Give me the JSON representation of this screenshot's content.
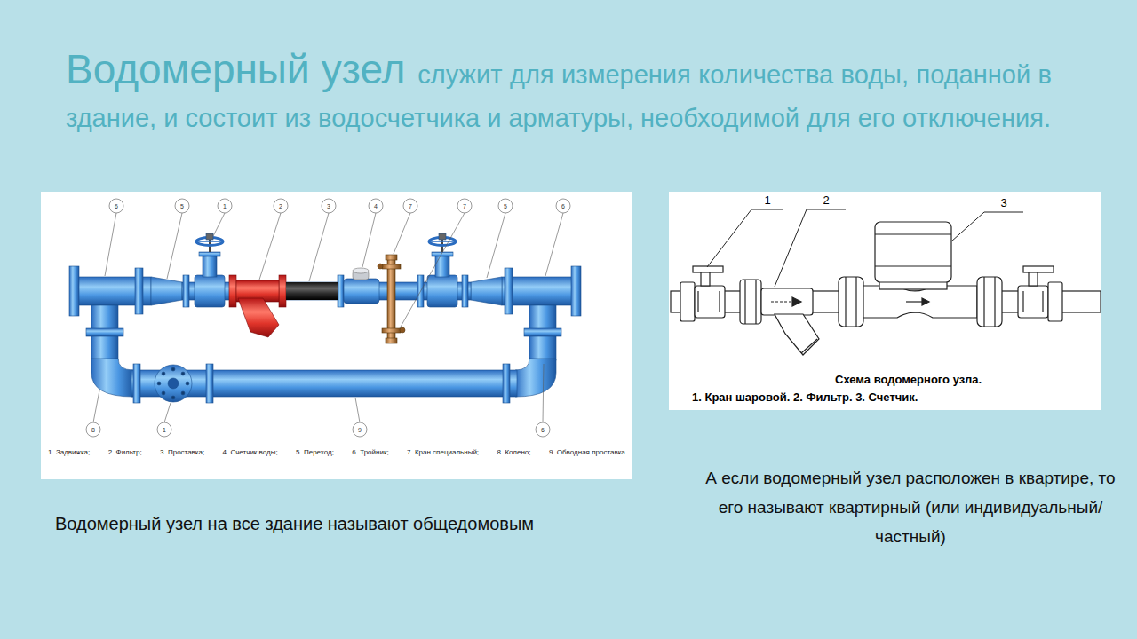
{
  "diagram": {
    "title": "Водомерный узел",
    "labels": [
      "служит для измерения количества воды, поданной в здание, и состоит из водосчетчика и арматуры, необходимой для его отключения.",
      "6",
      "5",
      "1",
      "2",
      "3",
      "4",
      "7",
      "7",
      "5",
      "6",
      "8",
      "1",
      "9",
      "6",
      "1. Задвижка;",
      "2. Фильтр;",
      "3. Проставка;",
      "4. Счетчик воды;",
      "5. Переход;",
      "6. Тройник;",
      "7. Кран специальный;",
      "8. Колено;",
      "9. Обводная проставка.",
      "1",
      "2",
      "3",
      "Схема водомерного узла.",
      "1. Кран шаровой. 2. Фильтр. 3. Счетчик.",
      "Водомерный узел на все здание называют общедомовым",
      "А если водомерный узел расположен в квартире, то его называют квартирный (или индивидуальный/ частный)"
    ]
  }
}
